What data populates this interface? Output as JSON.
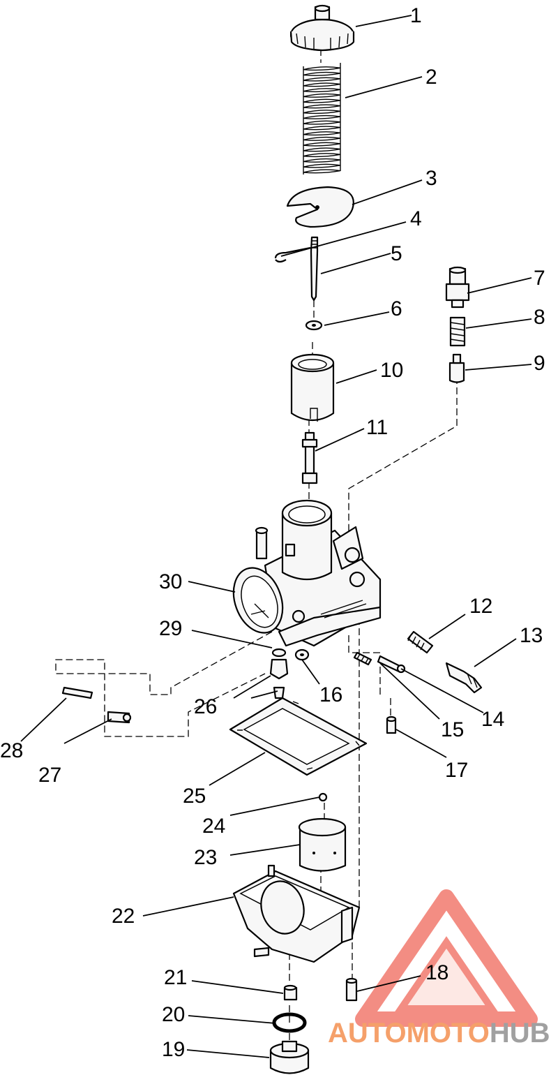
{
  "diagram": {
    "callouts": [
      "1",
      "2",
      "3",
      "4",
      "5",
      "6",
      "7",
      "8",
      "9",
      "10",
      "11",
      "12",
      "13",
      "14",
      "15",
      "16",
      "17",
      "18",
      "19",
      "20",
      "21",
      "22",
      "23",
      "24",
      "25",
      "26",
      "27",
      "28",
      "29",
      "30"
    ]
  },
  "watermark": {
    "brand_part1": "AUTOMOTO",
    "brand_part2": "HUB",
    "color_primary": "#f5a06a",
    "color_secondary": "#a0a0a0",
    "logo_color": "#f27a6e"
  }
}
